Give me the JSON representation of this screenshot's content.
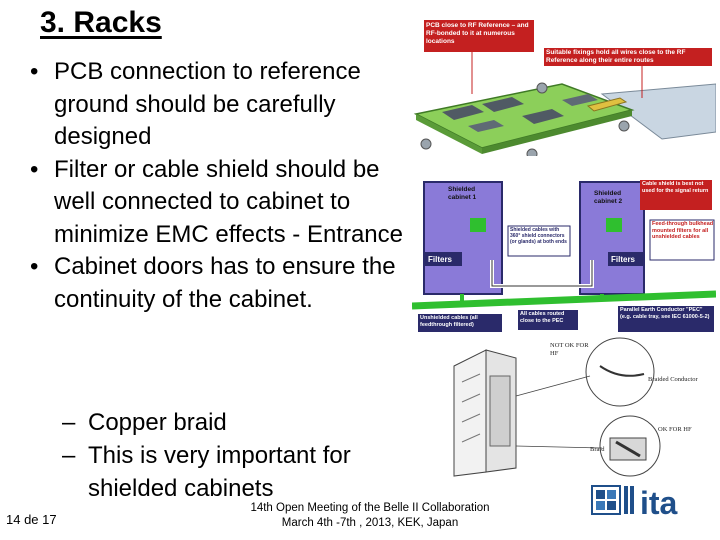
{
  "slide": {
    "title": "3. Racks",
    "bullets": [
      "PCB connection to reference ground should be carefully designed",
      "Filter or cable shield should be well connected to cabinet to minimize EMC effects - Entrance",
      "Cabinet doors has to ensure the continuity of the cabinet."
    ],
    "sub_bullets": [
      "Copper braid",
      "This is very important for shielded cabinets"
    ],
    "page_number": "14 de 17",
    "footer_line1": "14th Open Meeting of the Belle II Collaboration",
    "footer_line2": "March 4th -7th , 2013, KEK, Japan",
    "logo_text": "ita"
  },
  "figure_pcb": {
    "callout_left": "PCB close to RF Reference – and RF-bonded to it at numerous locations",
    "callout_right": "Suitable fixings hold all wires close to the RF Reference along their entire routes"
  },
  "figure_cabinets": {
    "cabinet1": "Shielded cabinet 1",
    "cabinet2": "Shielded cabinet 2",
    "shield_note": "Cable shield is best not used for the signal return",
    "shielded_cables": "Shielded cables with 360° shield connectors (or glands) at both ends",
    "feedthrough": "Feed-through bulkhead mounted filters for all unshielded cables",
    "filters_left": "Filters",
    "filters_right": "Filters",
    "unshielded": "Unshielded cables (all feedthrough filtered)",
    "all_cables": "All cables routed close to the PEC",
    "pec": "Parallel Earth Conductor \"PEC\" (e.g. cable tray, see IEC 61000-5-2)"
  },
  "figure_door": {
    "not_ok": "NOT OK FOR HF",
    "ok": "OK FOR HF",
    "braided": "Braided Conductor",
    "braid": "Braid"
  },
  "colors": {
    "pcb_green": "#8ccf5a",
    "cabinet_purple": "#8a7ad8",
    "ground_green": "#2fbf2f",
    "callout_red": "#c42020"
  }
}
